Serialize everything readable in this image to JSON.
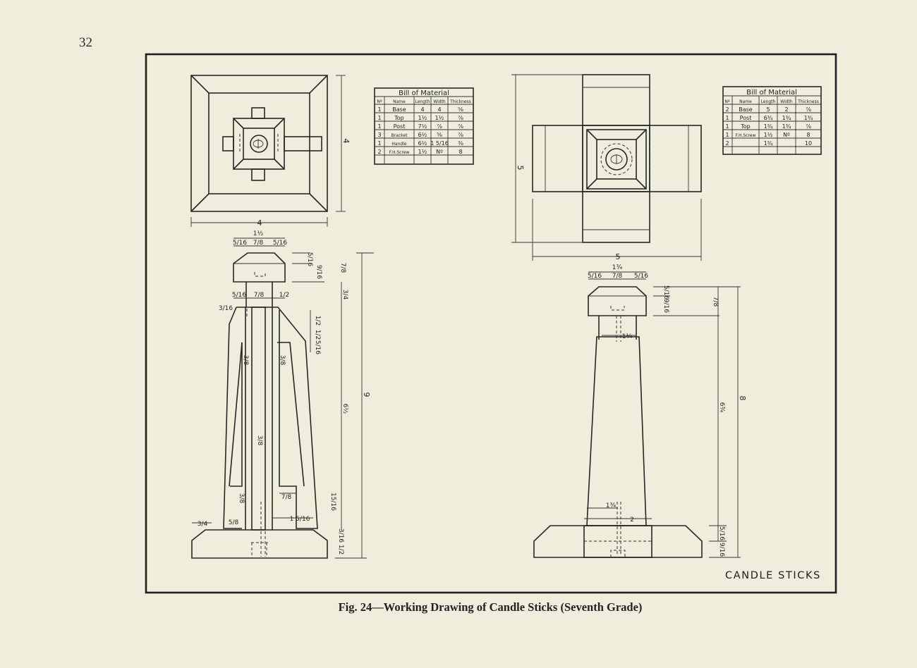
{
  "page_number": "32",
  "caption": "Fig. 24—Working Drawing of Candle Sticks (Seventh Grade)",
  "title_block": "CANDLE STICKS",
  "bill_left": {
    "title": "Bill of Material",
    "headers": [
      "Nº",
      "Name",
      "Length",
      "Width",
      "Thickness"
    ],
    "rows": [
      [
        "1",
        "Base",
        "4",
        "4",
        "⅝"
      ],
      [
        "1",
        "Top",
        "1½",
        "1½",
        "⅞"
      ],
      [
        "1",
        "Post",
        "7½",
        "⅞",
        "⅞"
      ],
      [
        "3",
        "Bracket",
        "6½",
        "⅝",
        "⅞"
      ],
      [
        "1",
        "Handle",
        "6½",
        "1 5/16",
        "⅜"
      ],
      [
        "2",
        "F.H.Screw",
        "1½",
        "Nº",
        "8"
      ]
    ]
  },
  "bill_right": {
    "title": "Bill of Material",
    "headers": [
      "Nº",
      "Name",
      "Length",
      "Width",
      "Thickness"
    ],
    "rows": [
      [
        "2",
        "Base",
        "5",
        "2",
        "⅞"
      ],
      [
        "1",
        "Post",
        "6¾",
        "1¾",
        "1¾"
      ],
      [
        "1",
        "Top",
        "1¾",
        "1¾",
        "⅞"
      ],
      [
        "1",
        "F.H.Screw",
        "1½",
        "Nº",
        "8"
      ],
      [
        "2",
        "",
        "1¾",
        "",
        "10"
      ]
    ]
  },
  "dimensions_left": {
    "plan_width": "4",
    "plan_height": "4",
    "top_width": "1½",
    "top_left_edge": "5/16",
    "top_inner": "7/8",
    "top_right_edge": "5/16",
    "top_thickness": "5/16",
    "top_side": "9/16",
    "top_total": "7/8",
    "post_edge_left": "5/16",
    "post_width": "7/8",
    "post_edge_right": "1/2",
    "bracket_top": "3/16",
    "bracket_offset": "1/2",
    "bracket_gap": "1/2",
    "bracket_step": "5/16",
    "bracket_width": "3/8",
    "post_label": "3/8",
    "handle_width": "3/8",
    "overall_height": "9",
    "post_height": "6½",
    "neck": "3/4",
    "bottom_bracket": "3/8",
    "bottom_gap": "7/8",
    "bottom_bracket_w": "15/16",
    "base_edge": "3/4",
    "base_step": "5/8",
    "base_offset": "1 5/16",
    "base_top": "3/16",
    "base_thickness": "1/2"
  },
  "dimensions_right": {
    "plan_width": "5",
    "plan_height": "5",
    "top_width": "1¾",
    "top_edge_left": "5/16",
    "top_inner": "7/8",
    "top_edge_right": "5/16",
    "top_thickness": "5/16",
    "top_side": "9/16",
    "top_total": "7/8",
    "neck_width": "1¼",
    "post_height": "6¾",
    "overall_height": "8",
    "foot_inner": "1¾",
    "foot_width": "2",
    "base_top": "5/16",
    "base_thickness": "9/16"
  }
}
